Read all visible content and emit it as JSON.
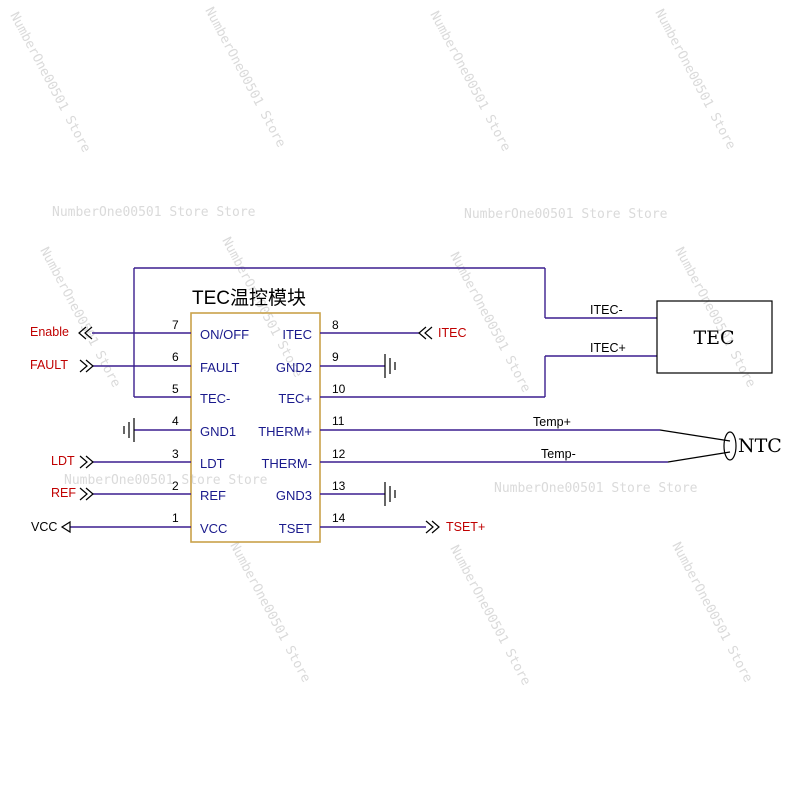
{
  "module": {
    "title": "TEC温控模块",
    "left_pins": [
      {
        "num": "7",
        "name": "ON/OFF"
      },
      {
        "num": "6",
        "name": "FAULT"
      },
      {
        "num": "5",
        "name": "TEC-"
      },
      {
        "num": "4",
        "name": "GND1"
      },
      {
        "num": "3",
        "name": "LDT"
      },
      {
        "num": "2",
        "name": "REF"
      },
      {
        "num": "1",
        "name": "VCC"
      }
    ],
    "right_pins": [
      {
        "num": "8",
        "name": "ITEC"
      },
      {
        "num": "9",
        "name": "GND2"
      },
      {
        "num": "10",
        "name": "TEC+"
      },
      {
        "num": "11",
        "name": "THERM+"
      },
      {
        "num": "12",
        "name": "THERM-"
      },
      {
        "num": "13",
        "name": "GND3"
      },
      {
        "num": "14",
        "name": "TSET"
      }
    ]
  },
  "signals": {
    "enable": "Enable",
    "fault": "FAULT",
    "ldt": "LDT",
    "ref": "REF",
    "vcc": "VCC",
    "itec": "ITEC",
    "tset": "TSET+",
    "itec_minus": "ITEC-",
    "itec_plus": "ITEC+",
    "temp_plus": "Temp+",
    "temp_minus": "Temp-"
  },
  "components": {
    "tec": "TEC",
    "ntc": "NTC"
  },
  "watermarks": [
    "NumberOne00501 Store Store",
    "NumberOne00501 Store Store",
    "NumberOne00501 Store Store",
    "NumberOne00501 Store Store",
    "NumberOne00501 Store",
    "NumberOne00501 Store",
    "NumberOne00501 Store",
    "NumberOne00501 Store",
    "NumberOne00501 Store",
    "NumberOne00501 Store",
    "NumberOne00501 Store",
    "NumberOne00501 Store",
    "NumberOne00501 Store",
    "NumberOne00501 Store",
    "NumberOne00501 Store"
  ],
  "colors": {
    "wire": "#3b1f8f",
    "signal_red": "#c00000",
    "pin_text": "#1a1a8c",
    "module_border": "#c9a24a"
  }
}
